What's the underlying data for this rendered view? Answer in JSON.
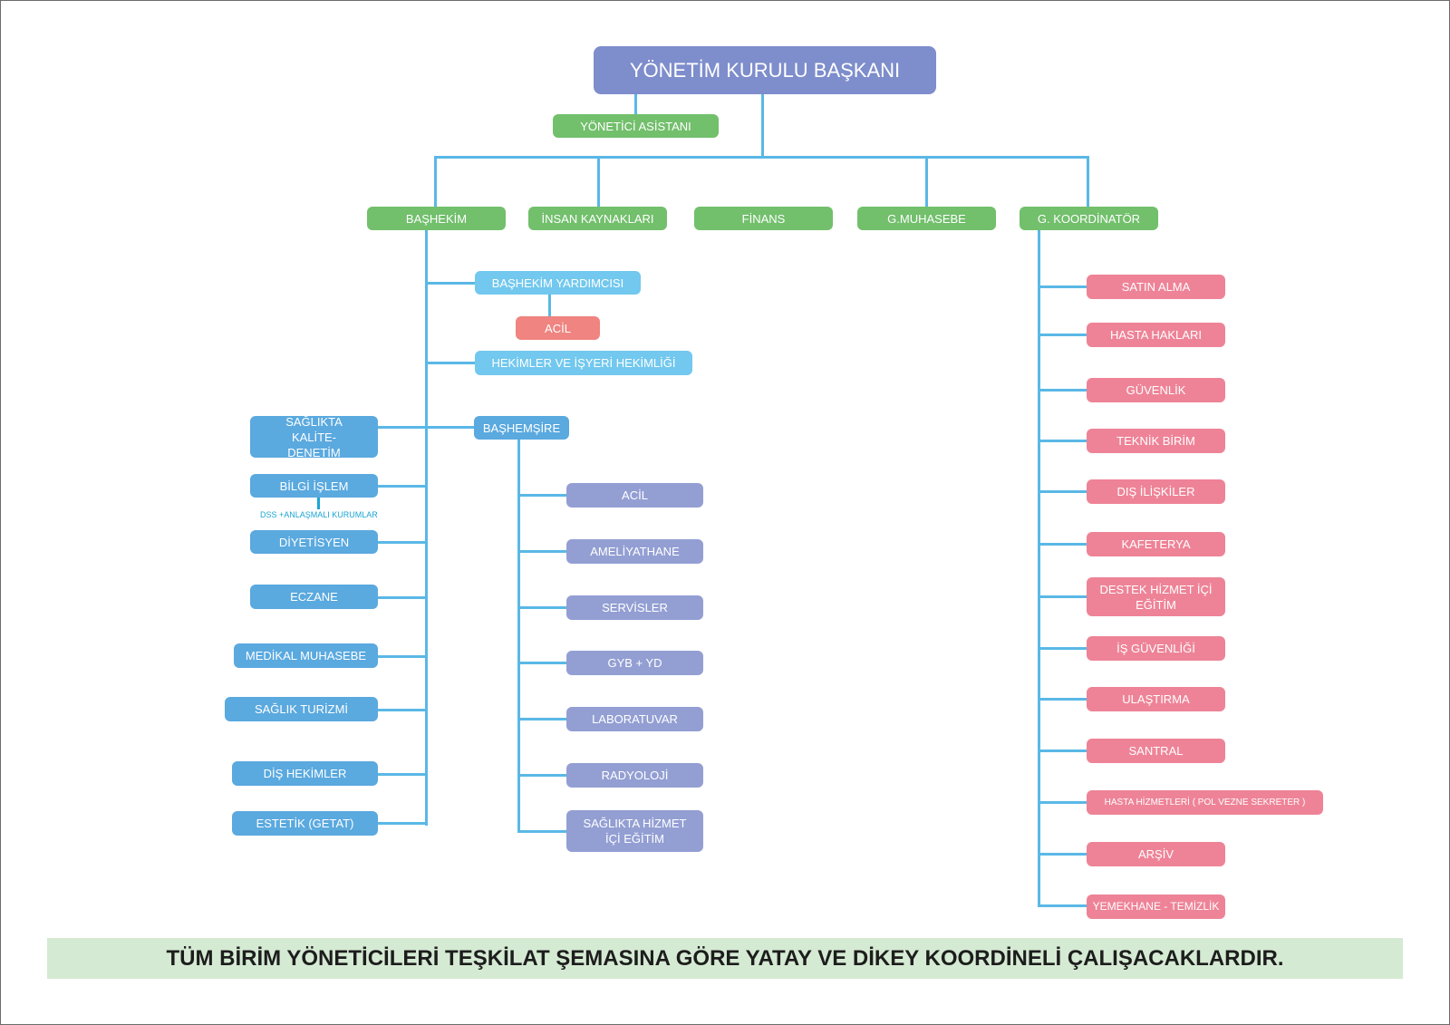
{
  "chart": {
    "root": "YÖNETİM KURULU BAŞKANI",
    "assistant": "YÖNETİCİ ASİSTANI",
    "departments": {
      "bashekim": "BAŞHEKİM",
      "insan_kaynaklari": "İNSAN KAYNAKLARI",
      "finans": "FİNANS",
      "g_muhasebe": "G.MUHASEBE",
      "g_koordinator": "G. KOORDİNATÖR"
    },
    "bashekim_branch": {
      "yardimcisi": "BAŞHEKİM YARDIMCISI",
      "acil": "ACİL",
      "hekimler": "HEKİMLER VE İŞYERİ HEKİMLİĞİ",
      "bashemsire": "BAŞHEMŞİRE",
      "left_units": [
        "SAĞLIKTA KALİTE-DENETİM",
        "BİLGİ İŞLEM",
        "DİYETİSYEN",
        "ECZANE",
        "MEDİKAL MUHASEBE",
        "SAĞLIK TURİZMİ",
        "DİŞ HEKİMLER",
        "ESTETİK (GETAT)"
      ],
      "bilgi_islem_sub": "DSS +ANLAŞMALI KURUMLAR"
    },
    "bashemsire_units": [
      "ACİL",
      "AMELİYATHANE",
      "SERVİSLER",
      "GYB + YD",
      "LABORATUVAR",
      "RADYOLOJİ",
      "SAĞLIKTA HİZMET İÇİ EĞİTİM"
    ],
    "koordinator_units": [
      "SATIN ALMA",
      "HASTA HAKLARI",
      "GÜVENLİK",
      "TEKNİK BİRİM",
      "DIŞ İLİŞKİLER",
      "KAFETERYA",
      "DESTEK HİZMET İÇİ EĞİTİM",
      "İŞ GÜVENLİĞİ",
      "ULAŞTIRMA",
      "SANTRAL",
      "HASTA HİZMETLERİ ( POL VEZNE SEKRETER )",
      "ARŞİV",
      "YEMEKHANE - TEMİZLİK"
    ]
  },
  "footer": "TÜM BİRİM YÖNETİCİLERİ TEŞKİLAT ŞEMASINA GÖRE YATAY VE DİKEY KOORDİNELİ ÇALIŞACAKLARDIR.",
  "colors": {
    "connector": "#5ab8e6",
    "chairman": "#7e8dcb",
    "department": "#72bf6c",
    "bashekim_staff": "#72c8ee",
    "bashekim_units": "#5aa9df",
    "acil": "#ef8480",
    "nursing_units": "#939fd3",
    "coordinator_units": "#ee8397",
    "footer_band": "#d5ead3"
  }
}
